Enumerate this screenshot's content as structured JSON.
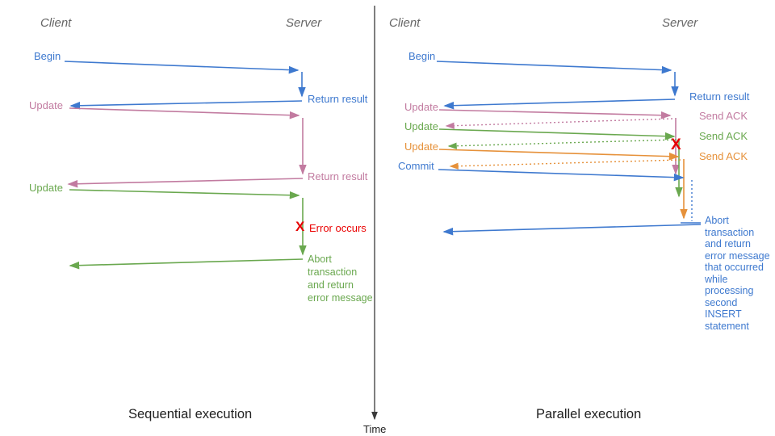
{
  "diagram": {
    "time_axis_label": "Time",
    "colors": {
      "blue": "#3e79cf",
      "pink": "#c27ba0",
      "green": "#6aa84f",
      "orange": "#e6913a",
      "red": "#ea0000",
      "header_gray": "#666666",
      "axis": "#3a3a3a"
    },
    "left": {
      "title": "Sequential execution",
      "client_header": "Client",
      "server_header": "Server",
      "labels": {
        "begin": "Begin",
        "return_result_1": "Return result",
        "update_1": "Update",
        "return_result_2": "Return result",
        "update_2": "Update",
        "error_x": "X",
        "error": "Error occurs",
        "abort": "Abort\ntransaction\nand return\nerror message"
      }
    },
    "right": {
      "title": "Parallel execution",
      "client_header": "Client",
      "server_header": "Server",
      "labels": {
        "begin": "Begin",
        "return_result": "Return result",
        "update_1": "Update",
        "send_ack_1": "Send ACK",
        "update_2": "Update",
        "send_ack_2": "Send ACK",
        "update_3": "Update",
        "send_ack_3": "Send ACK",
        "commit": "Commit",
        "error_x": "X",
        "abort": "Abort\ntransaction\nand return\nerror message\nthat occurred\nwhile\nprocessing\nsecond\nINSERT\nstatement"
      }
    }
  }
}
